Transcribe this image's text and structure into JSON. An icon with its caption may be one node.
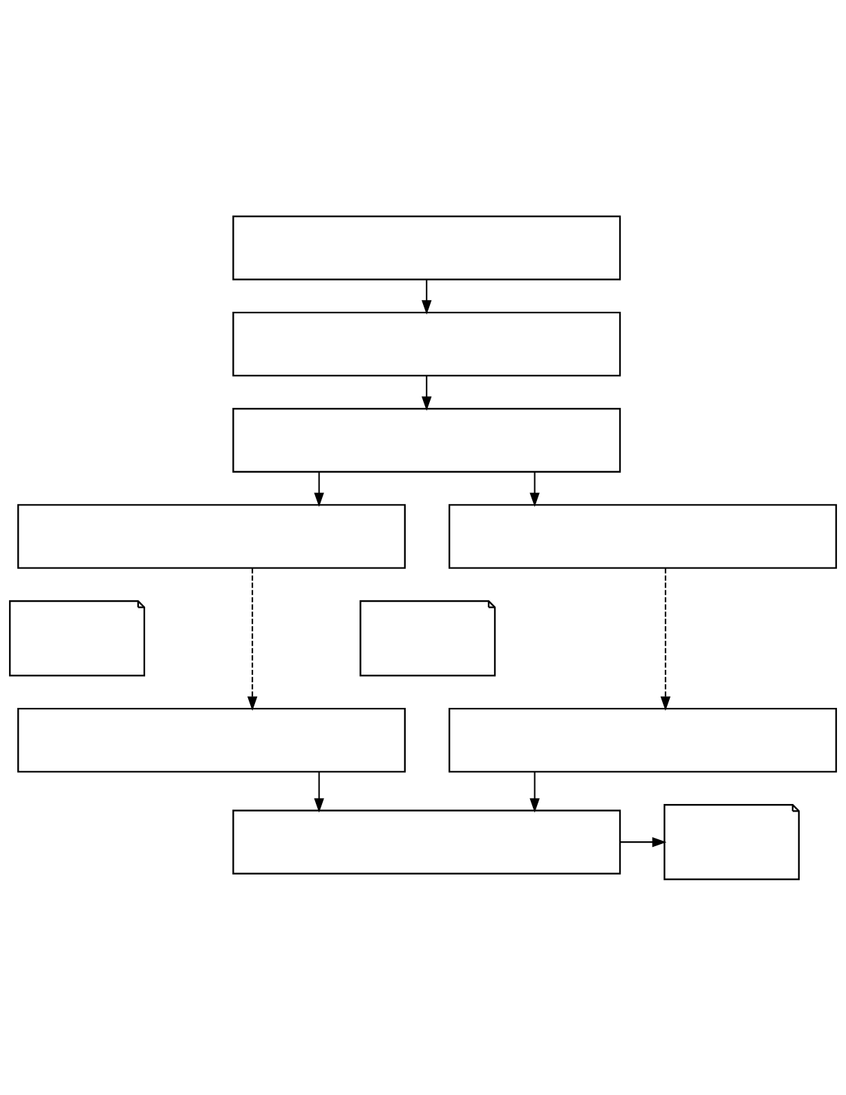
{
  "diagram": {
    "nodes": [
      {
        "text": [],
        "shape": "box"
      },
      {
        "text": [],
        "shape": "box"
      },
      {
        "text": [],
        "shape": "box"
      },
      {
        "text": [],
        "shape": "box"
      },
      {
        "text": [],
        "shape": "box"
      },
      {
        "text": [],
        "shape": "note"
      },
      {
        "text": [],
        "shape": "note"
      },
      {
        "text": [],
        "shape": "box"
      },
      {
        "text": [],
        "shape": "box"
      },
      {
        "text": [],
        "shape": "box"
      },
      {
        "text": [],
        "shape": "note"
      }
    ],
    "edges": [
      {
        "from": 0,
        "to": 1,
        "arrow": "to"
      },
      {
        "from": 1,
        "to": 2,
        "arrow": "to"
      },
      {
        "from": 2,
        "to": 3,
        "arrow": "to"
      },
      {
        "from": 2,
        "to": 4,
        "arrow": "to"
      },
      {
        "from": 3,
        "to": 7,
        "arrow": "to",
        "style": "dashed"
      },
      {
        "from": 4,
        "to": 8,
        "arrow": "to",
        "style": "dashed"
      },
      {
        "from": 7,
        "to": 9,
        "arrow": "to"
      },
      {
        "from": 8,
        "to": 9,
        "arrow": "to"
      },
      {
        "from": 9,
        "to": 10,
        "arrow": "to"
      }
    ]
  }
}
